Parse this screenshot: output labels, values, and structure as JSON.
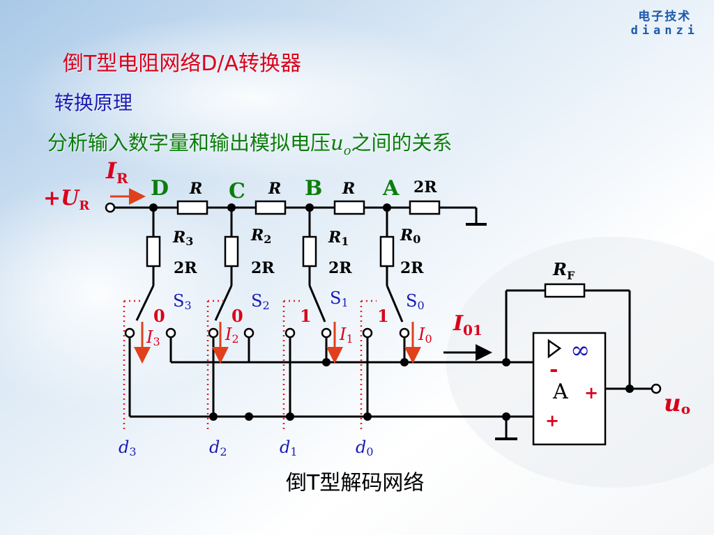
{
  "logo": {
    "cn": "电子技术",
    "en": "dianzi"
  },
  "title": "倒T型电阻网络D/A转换器",
  "subtitle": "转换原理",
  "analysis": {
    "text": "分析输入数字量和输出模拟电压",
    "var": "u",
    "var_sub": "o",
    "tail": "之间的关系"
  },
  "circuit": {
    "current_ref": {
      "sym": "I",
      "sub": "R"
    },
    "voltage_ref": {
      "sign": "+",
      "sym": "U",
      "sub": "R"
    },
    "nodes": [
      "D",
      "C",
      "B",
      "A"
    ],
    "series_resistor": "R",
    "end_resistor": "2R",
    "branch_resistors": [
      {
        "name": "R",
        "sub": "3",
        "value": "2R"
      },
      {
        "name": "R",
        "sub": "2",
        "value": "2R"
      },
      {
        "name": "R",
        "sub": "1",
        "value": "2R"
      },
      {
        "name": "R",
        "sub": "0",
        "value": "2R"
      }
    ],
    "switches": [
      {
        "name": "S",
        "sub": "3",
        "state": "0"
      },
      {
        "name": "S",
        "sub": "2",
        "state": "0"
      },
      {
        "name": "S",
        "sub": "1",
        "state": "1"
      },
      {
        "name": "S",
        "sub": "0",
        "state": "1"
      }
    ],
    "branch_currents": [
      {
        "sym": "I",
        "sub": "3"
      },
      {
        "sym": "I",
        "sub": "2"
      },
      {
        "sym": "I",
        "sub": "1"
      },
      {
        "sym": "I",
        "sub": "0"
      }
    ],
    "inputs": [
      {
        "sym": "d",
        "sub": "3"
      },
      {
        "sym": "d",
        "sub": "2"
      },
      {
        "sym": "d",
        "sub": "1"
      },
      {
        "sym": "d",
        "sub": "0"
      }
    ],
    "sum_current": {
      "sym": "I",
      "sub": "01"
    },
    "feedback": {
      "sym": "R",
      "sub": "F"
    },
    "opamp": {
      "gain": "∞",
      "label": "A",
      "minus": "-",
      "plus_in": "+",
      "plus_out": "+"
    },
    "output": {
      "sym": "u",
      "sub": "o"
    }
  },
  "caption": "倒T型解码网络",
  "colors": {
    "title": "#d9001b",
    "subtitle": "#1a1ab4",
    "analysis": "#0b7d0b",
    "node_label": "#0b7d0b",
    "symbol": "#d9001b",
    "switch_label": "#1a1ab4",
    "wire": "#000000",
    "arrow": "#e0401c"
  }
}
